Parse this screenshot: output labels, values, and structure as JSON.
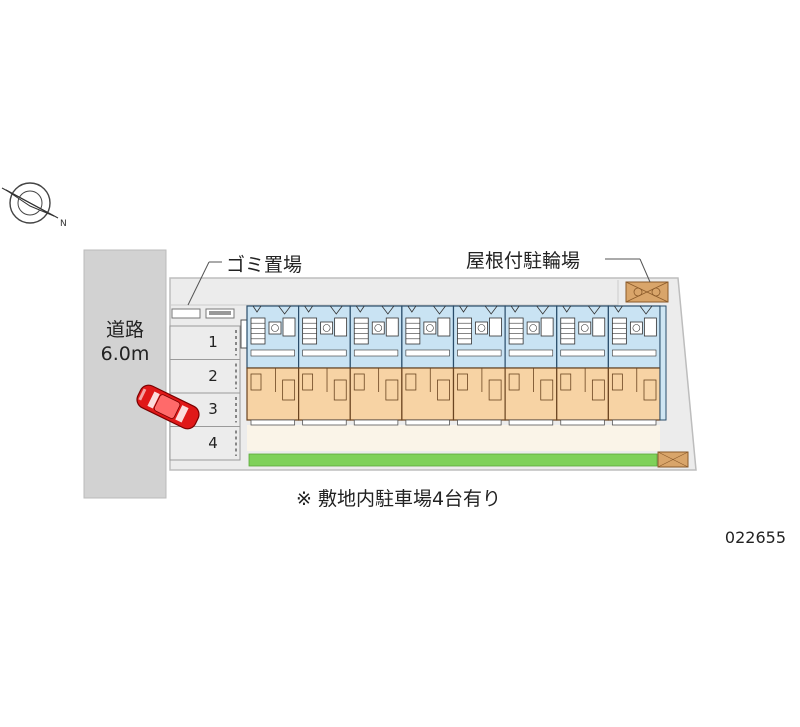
{
  "compass": {
    "icon": "north-compass-icon"
  },
  "road": {
    "name": "道路",
    "width": "6.0m"
  },
  "labels": {
    "garbage": "ゴミ置場",
    "bicycle": "屋根付駐輪場",
    "note": "※ 敷地内駐車場4台有り",
    "code": "022655"
  },
  "parking": {
    "slots": [
      "1",
      "2",
      "3",
      "4"
    ]
  },
  "units_count": 8,
  "colors": {
    "road": "#d2d2d2",
    "site": "#ececec",
    "unit_upper": "#c9e3f3",
    "unit_lower": "#f7d3a4",
    "hedge": "#7fd15a",
    "car": "#e01818",
    "bike_shed": "#d9a56a"
  }
}
